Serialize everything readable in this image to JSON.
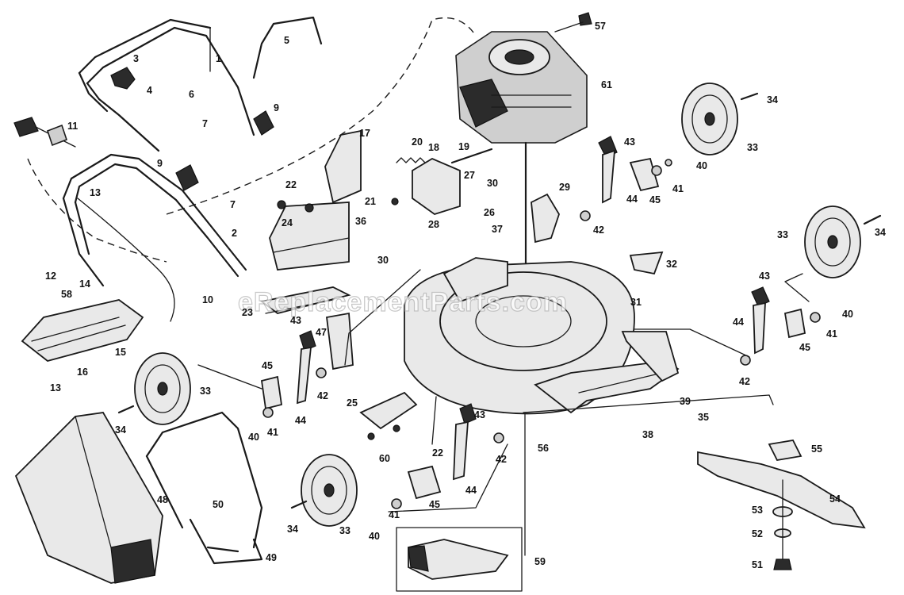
{
  "watermark": "eReplacementParts.com",
  "labels": [
    "1",
    "2",
    "3",
    "4",
    "5",
    "6",
    "7",
    "9",
    "10",
    "11",
    "12",
    "13",
    "14",
    "15",
    "16",
    "17",
    "18",
    "19",
    "20",
    "21",
    "22",
    "23",
    "24",
    "25",
    "26",
    "27",
    "28",
    "29",
    "30",
    "31",
    "32",
    "33",
    "34",
    "35",
    "36",
    "37",
    "38",
    "39",
    "40",
    "41",
    "42",
    "43",
    "44",
    "45",
    "47",
    "48",
    "49",
    "50",
    "51",
    "52",
    "53",
    "54",
    "55",
    "56",
    "57",
    "58",
    "59",
    "60",
    "61"
  ]
}
